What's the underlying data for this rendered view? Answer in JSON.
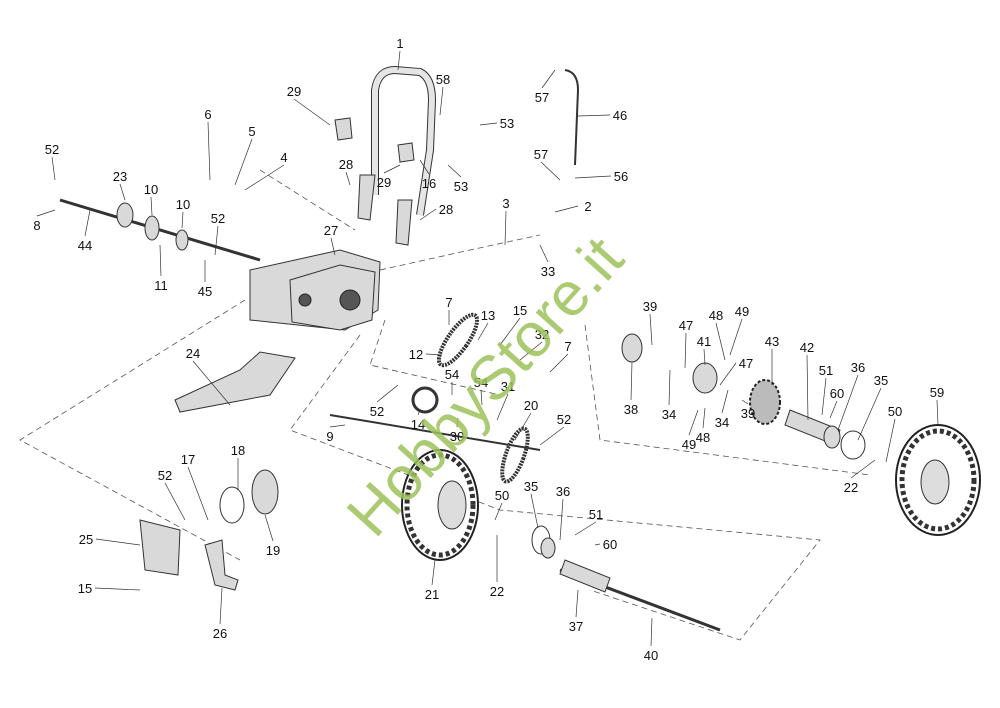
{
  "diagram": {
    "type": "exploded-parts-diagram",
    "part_labels": [
      "1",
      "29",
      "58",
      "53",
      "57",
      "46",
      "6",
      "5",
      "4",
      "28",
      "29",
      "16",
      "53",
      "57",
      "56",
      "52",
      "23",
      "10",
      "10",
      "8",
      "44",
      "28",
      "3",
      "2",
      "52",
      "27",
      "11",
      "45",
      "33",
      "7",
      "13",
      "15",
      "12",
      "32",
      "7",
      "39",
      "47",
      "48",
      "49",
      "43",
      "42",
      "41",
      "47",
      "36",
      "51",
      "60",
      "35",
      "38",
      "34",
      "34",
      "39",
      "49",
      "48",
      "50",
      "59",
      "22",
      "24",
      "54",
      "54",
      "31",
      "52",
      "30",
      "14",
      "20",
      "52",
      "9",
      "18",
      "17",
      "52",
      "35",
      "36",
      "50",
      "51",
      "60",
      "25",
      "19",
      "22",
      "21",
      "15",
      "26",
      "37",
      "40"
    ]
  },
  "watermark": "HobbyStore.it"
}
